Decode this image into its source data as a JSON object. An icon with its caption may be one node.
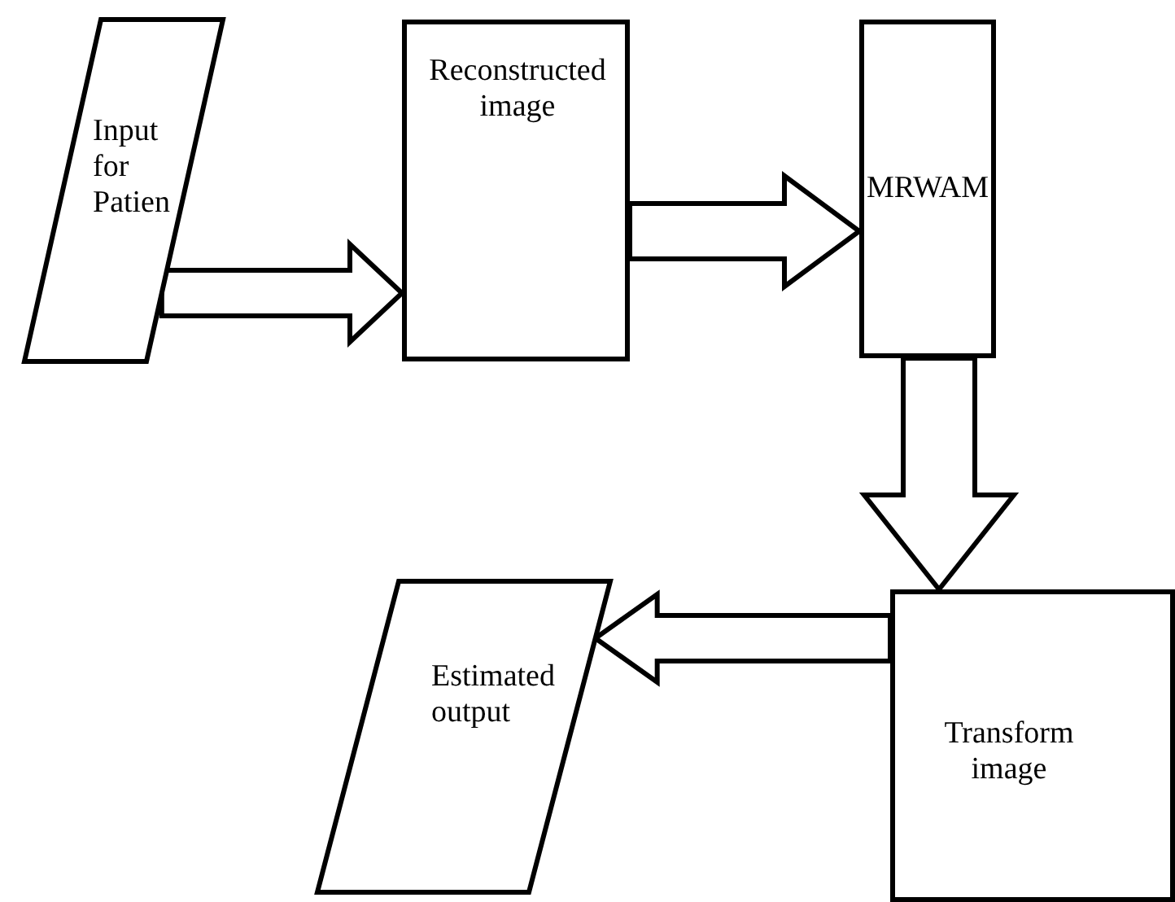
{
  "diagram": {
    "nodes": [
      {
        "text": [
          "Input for Patien"
        ]
      },
      {
        "text": [
          "Reconstructed image"
        ]
      },
      {
        "text": [
          "MRWAM"
        ]
      },
      {
        "text": [
          "Transform image"
        ]
      },
      {
        "text": [
          "Estimated output"
        ]
      }
    ],
    "edges": [
      {
        "from": 0,
        "to": 1,
        "arrow": "to"
      },
      {
        "from": 1,
        "to": 2,
        "arrow": "to"
      },
      {
        "from": 2,
        "to": 3,
        "arrow": "to"
      },
      {
        "from": 3,
        "to": 4,
        "arrow": "to"
      }
    ]
  }
}
